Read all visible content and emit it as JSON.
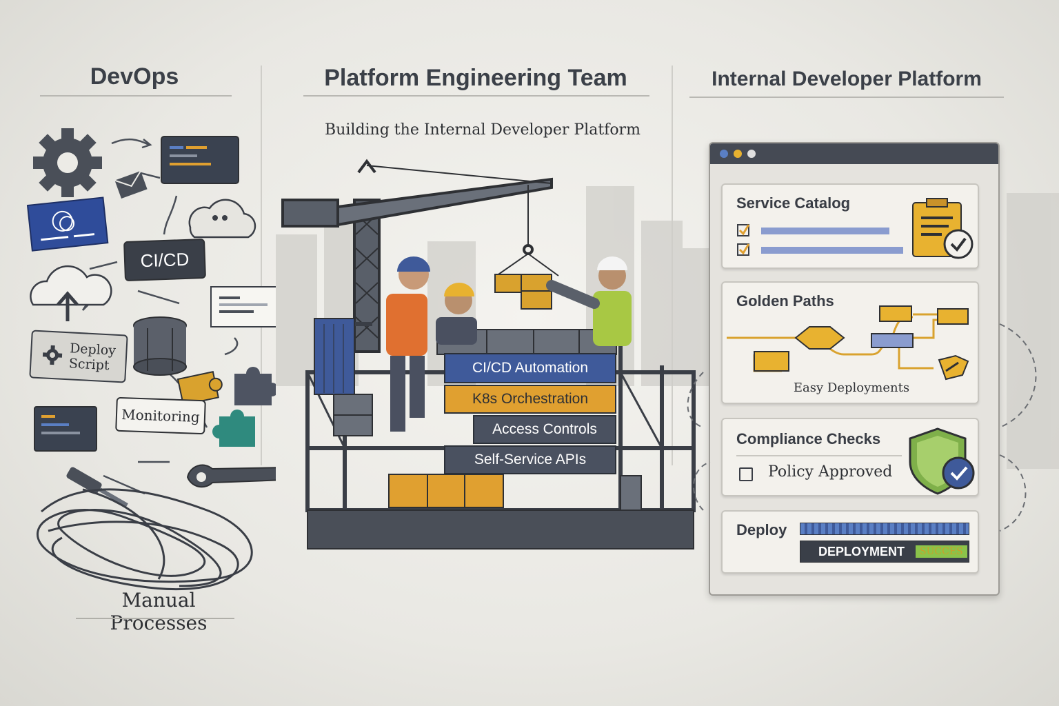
{
  "columns": {
    "devops": {
      "title": "DevOps"
    },
    "platform_team": {
      "title": "Platform Engineering Team",
      "subtitle": "Building the Internal Developer Platform"
    },
    "idp": {
      "title": "Internal Developer Platform"
    }
  },
  "devops_items": {
    "cicd": "CI/CD",
    "deploy_script": "Deploy\nScript",
    "monitoring": "Monitoring",
    "manual_processes": "Manual Processes"
  },
  "platform_blocks": [
    {
      "label": "CI/CD Automation",
      "color": "#3f5a9a"
    },
    {
      "label": "K8s Orchestration",
      "color": "#e0a030"
    },
    {
      "label": "Access Controls",
      "color": "#4a5160"
    },
    {
      "label": "Self-Service APIs",
      "color": "#4a5160"
    }
  ],
  "idp_window": {
    "dots": [
      "#5a7fc4",
      "#e8b230",
      "#e0e0e0"
    ],
    "cards": {
      "service_catalog": {
        "title": "Service Catalog"
      },
      "golden_paths": {
        "title": "Golden Paths",
        "caption": "Easy Deployments"
      },
      "compliance": {
        "title": "Compliance Checks",
        "status": "Policy Approved"
      },
      "deploy": {
        "title": "Deploy",
        "status_label": "DEPLOYMENT",
        "status_value": "SUCCES",
        "progress": 1.0
      }
    }
  },
  "colors": {
    "accent_blue": "#3f5a9a",
    "accent_orange": "#e0a030",
    "dark_slate": "#4a5160",
    "success_green": "#8bc34a"
  }
}
